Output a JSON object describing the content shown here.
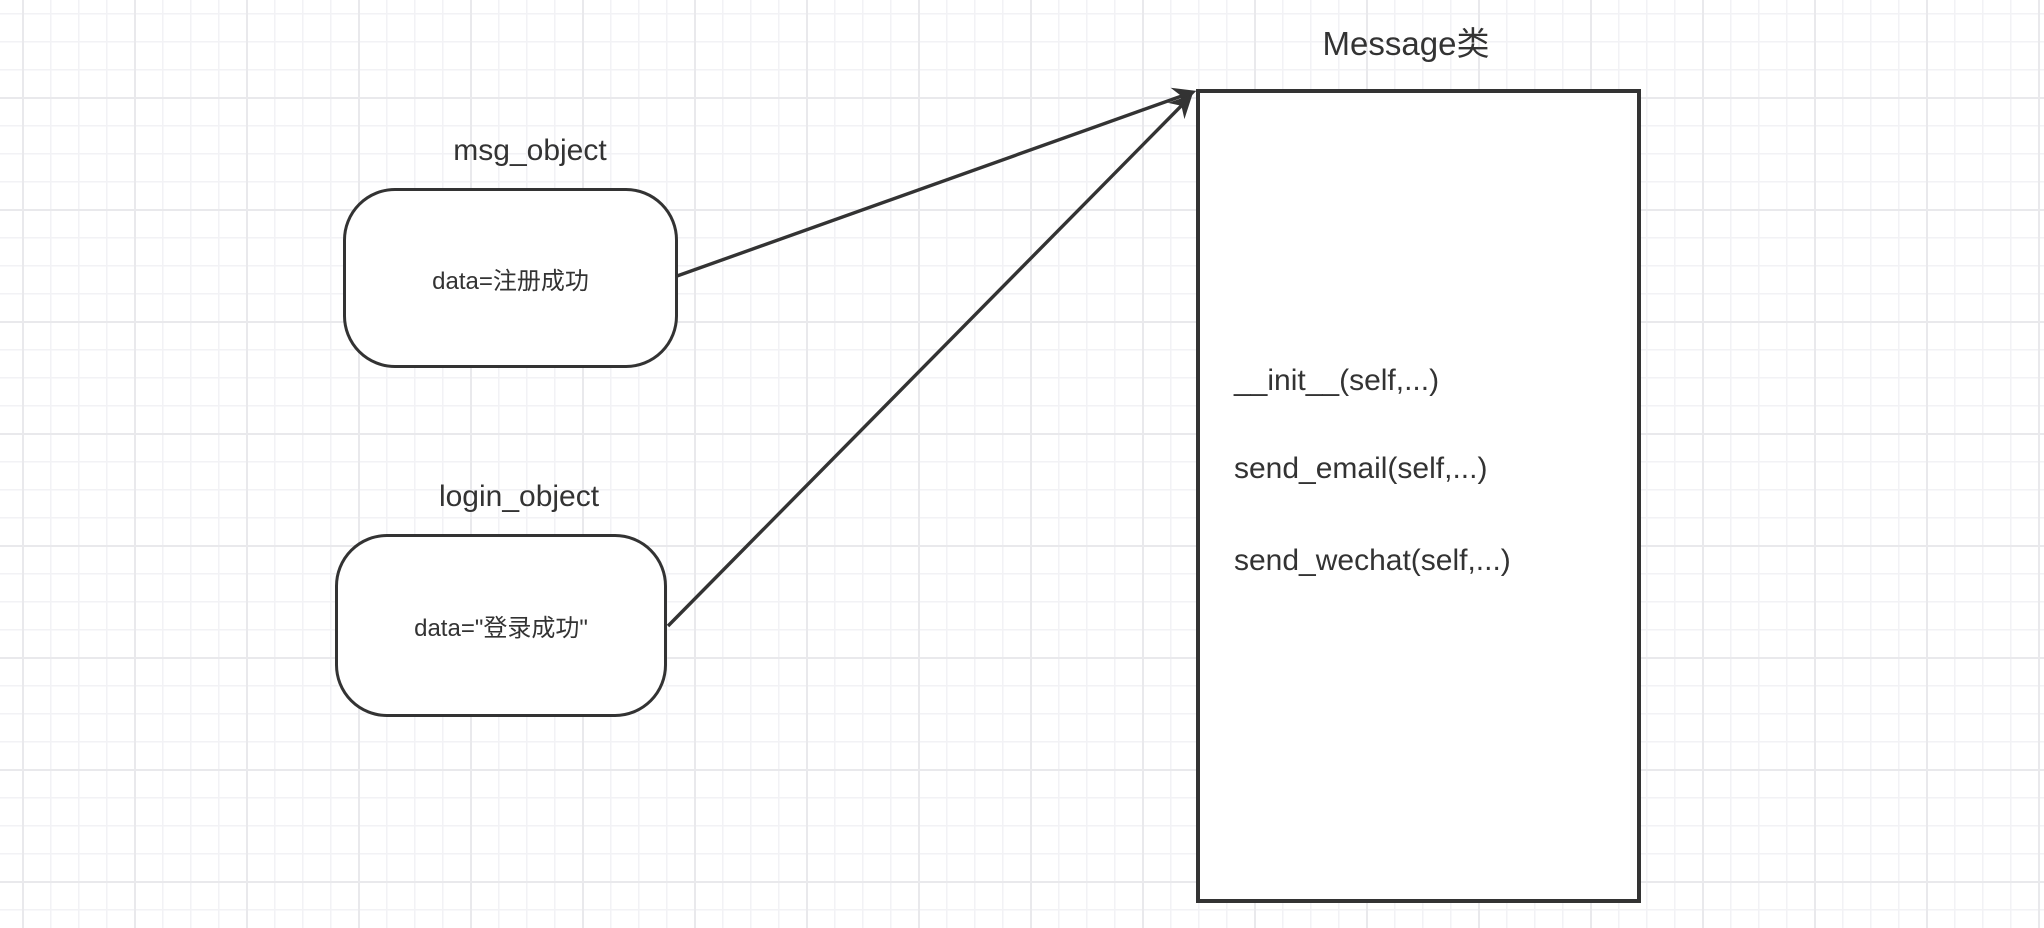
{
  "canvas": {
    "background_color": "#ffffff",
    "grid_minor_color": "#f2f2f5",
    "grid_major_color": "#e9e9ec",
    "stroke_color": "#333333",
    "text_color": "#333333"
  },
  "nodes": {
    "msg_object": {
      "title": "msg_object",
      "body": "data=注册成功"
    },
    "login_object": {
      "title": "login_object",
      "body": "data=\"登录成功\""
    },
    "message_class": {
      "title": "Message类",
      "methods": [
        "__init__(self,...)",
        "send_email(self,...)",
        "send_wechat(self,...)"
      ]
    }
  },
  "edges": [
    {
      "from": "msg_object",
      "to": "message_class"
    },
    {
      "from": "login_object",
      "to": "message_class"
    }
  ]
}
